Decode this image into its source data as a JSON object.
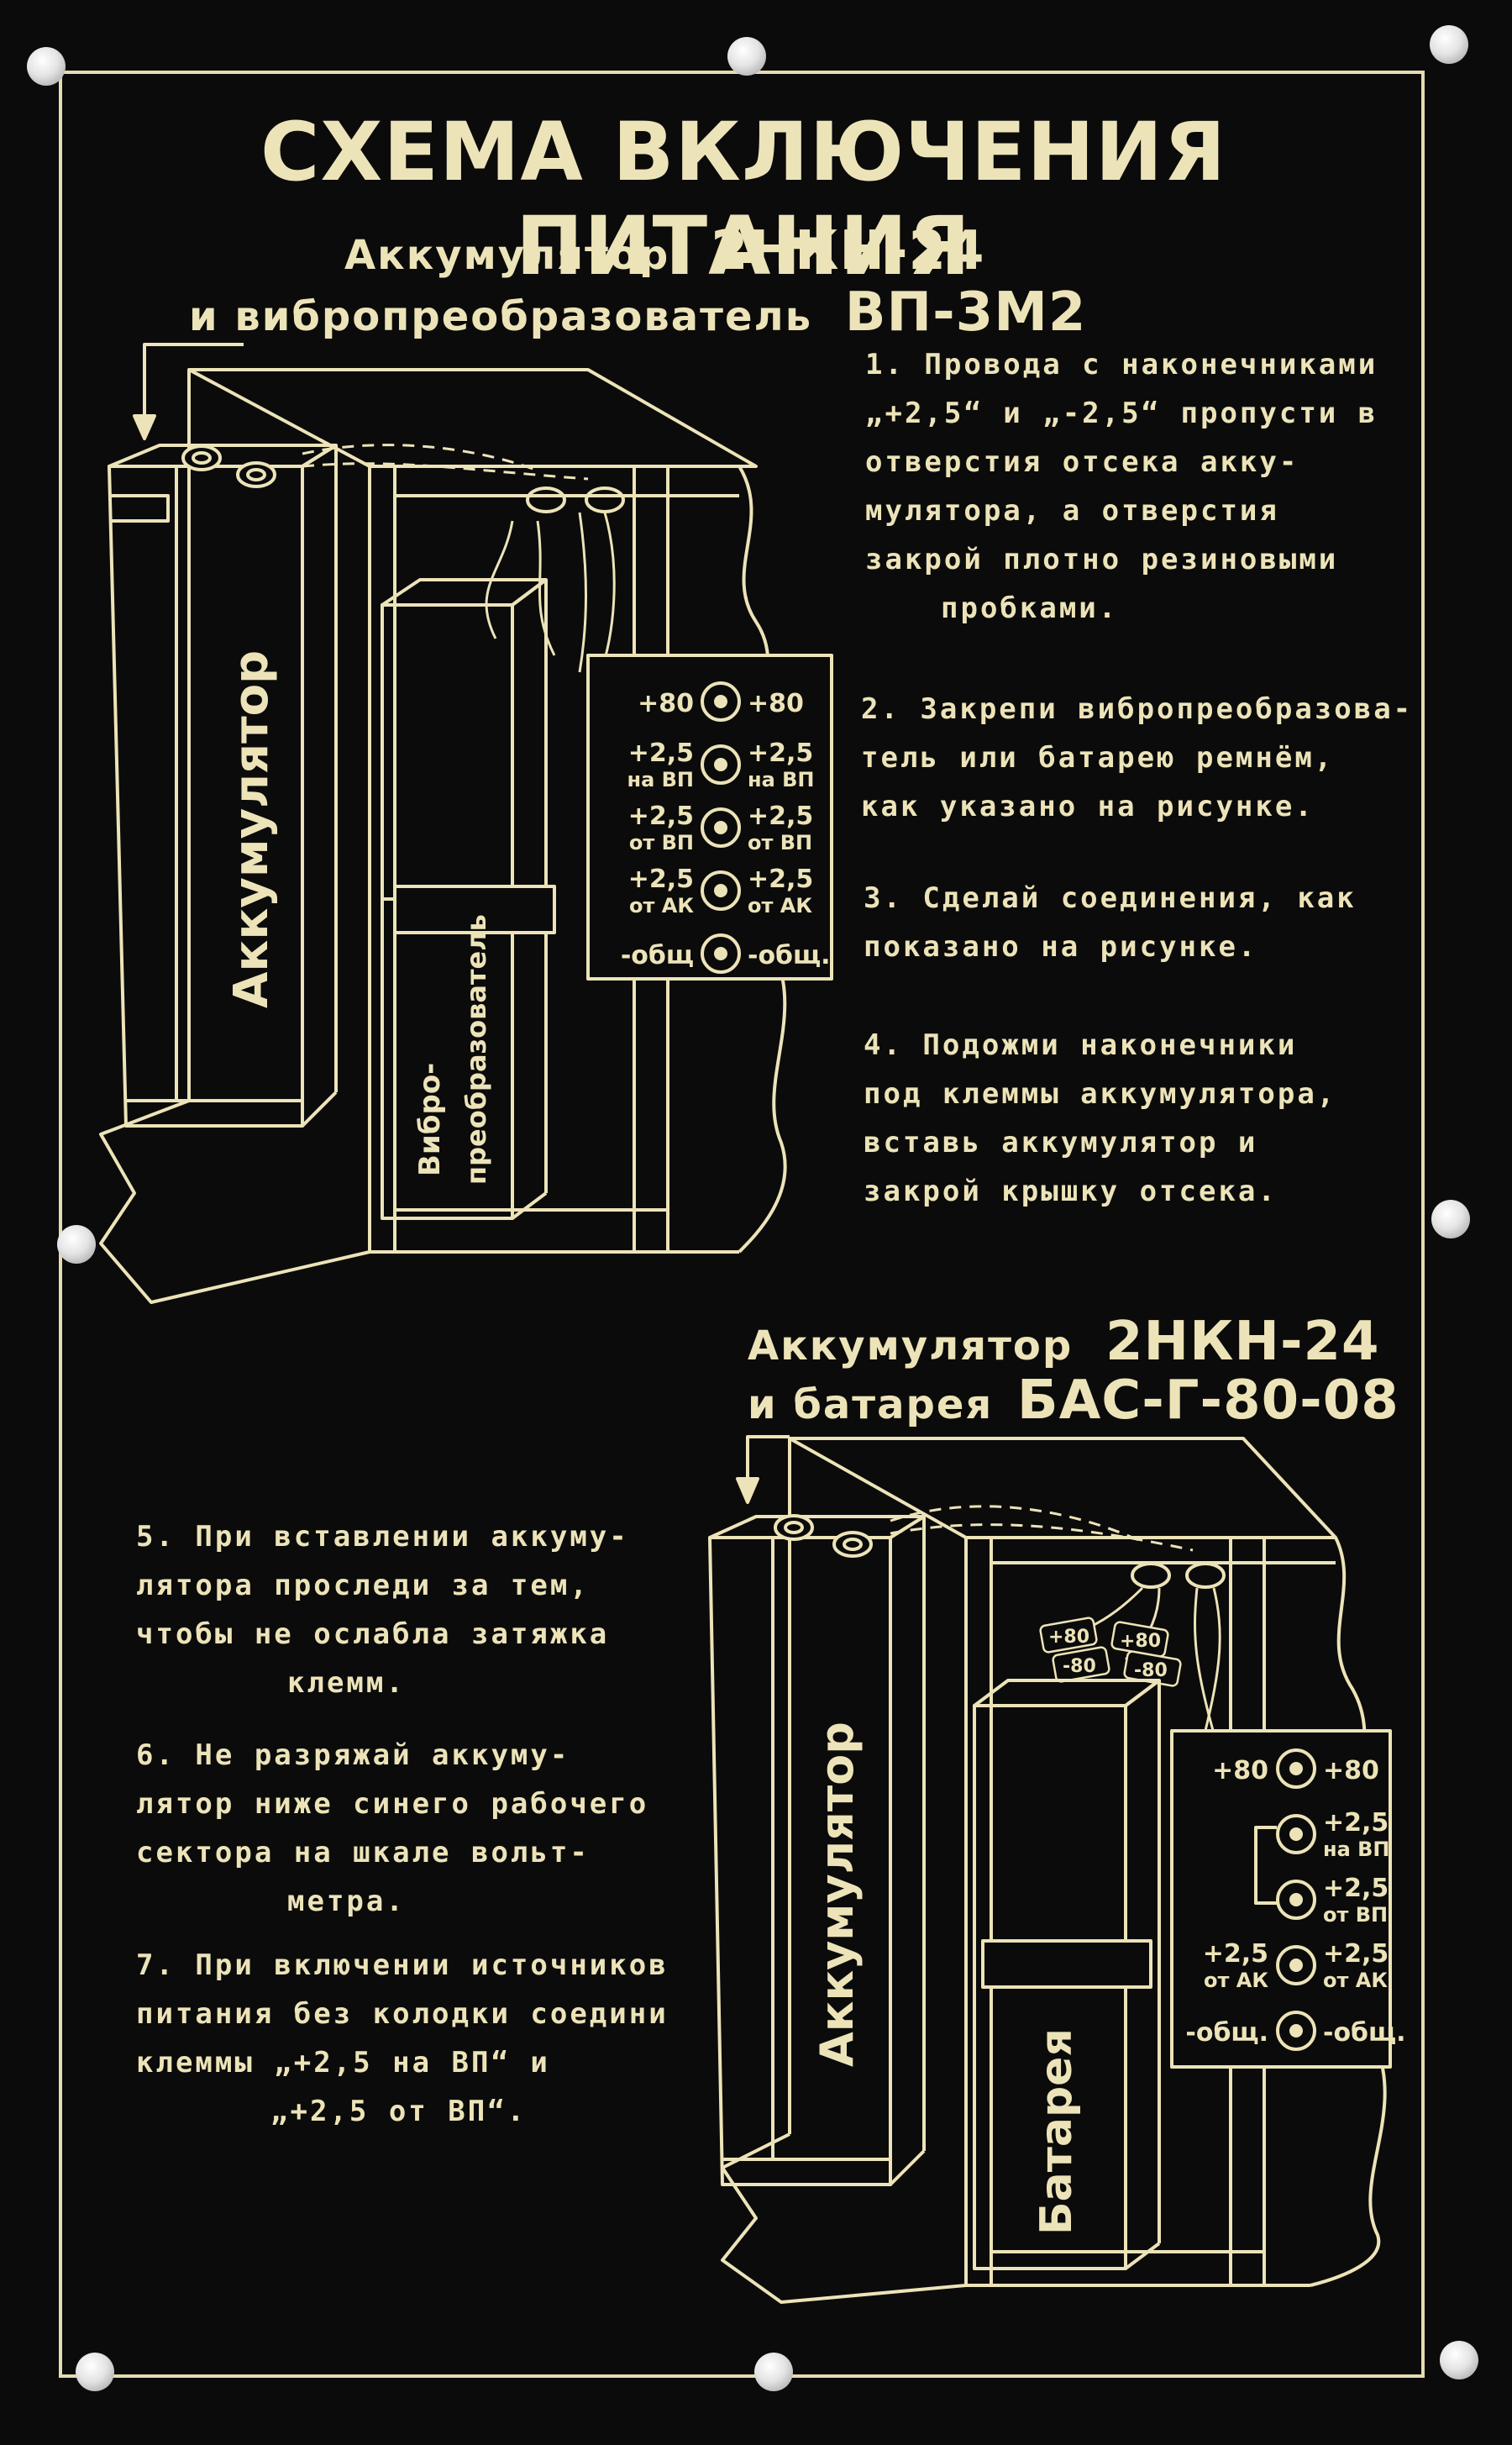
{
  "title": "СХЕМА ВКЛЮЧЕНИЯ ПИТАНИЯ",
  "section1": {
    "line1_prefix": "Аккумулятор",
    "line1_code": "2НКН-24",
    "line2_prefix": "и вибропреобразователь",
    "line2_code": "ВП-3М2"
  },
  "section2": {
    "line1_prefix": "Аккумулятор",
    "line1_code": "2НКН-24",
    "line2_prefix": "и батарея",
    "line2_code": "БАС-Г-80-08"
  },
  "instructions_top": [
    [
      "1. Провода с наконечниками",
      "„+2,5“ и „-2,5“ пропусти в",
      "отверстия отсека акку-",
      "мулятора, а отверстия",
      "закрой плотно резиновыми",
      "пробками."
    ],
    [
      "2. Закрепи вибропреобразова-",
      "тель или батарею ремнём,",
      "как указано на рисунке."
    ],
    [
      "3. Сделай соединения, как",
      "показано на рисунке."
    ],
    [
      "4. Подожми наконечники",
      "под клеммы аккумулятора,",
      "вставь аккумулятор и",
      "закрой крышку отсека."
    ]
  ],
  "instructions_bottom": [
    [
      "5. При вставлении аккуму-",
      "лятора проследи за тем,",
      "чтобы не ослабла затяжка",
      "клемм."
    ],
    [
      "6. Не разряжай аккуму-",
      "лятор ниже синего рабочего",
      "сектора на шкале вольт-",
      "метра."
    ],
    [
      "7. При включении источников",
      "питания без колодки соедини",
      "клеммы „+2,5 на ВП“ и",
      "„+2,5 от ВП“."
    ]
  ],
  "diagram1": {
    "accumulator_label": "Аккумулятор",
    "converter_label_1": "Вибро-",
    "converter_label_2": "преобразователь",
    "terminals": [
      {
        "left": "+80",
        "left_sub": "",
        "right": "+80",
        "right_sub": ""
      },
      {
        "left": "+2,5",
        "left_sub": "на ВП",
        "right": "+2,5",
        "right_sub": "на ВП"
      },
      {
        "left": "+2,5",
        "left_sub": "от ВП",
        "right": "+2,5",
        "right_sub": "от ВП"
      },
      {
        "left": "+2,5",
        "left_sub": "от АК",
        "right": "+2,5",
        "right_sub": "от АК"
      },
      {
        "left": "-общ",
        "left_sub": "",
        "right": "-общ.",
        "right_sub": ""
      }
    ]
  },
  "diagram2": {
    "accumulator_label": "Аккумулятор",
    "battery_label": "Батарея",
    "wire_tags": [
      "+80",
      "+80",
      "-80",
      "-80"
    ],
    "terminals": [
      {
        "left": "+80",
        "left_sub": "",
        "right": "+80",
        "right_sub": ""
      },
      {
        "left": "",
        "left_sub": "",
        "right": "+2,5",
        "right_sub": "на ВП"
      },
      {
        "left": "",
        "left_sub": "",
        "right": "+2,5",
        "right_sub": "от ВП"
      },
      {
        "left": "+2,5",
        "left_sub": "от АК",
        "right": "+2,5",
        "right_sub": "от АК"
      },
      {
        "left": "-общ.",
        "left_sub": "",
        "right": "-общ.",
        "right_sub": ""
      }
    ]
  },
  "colors": {
    "plate": "#0b0b0b",
    "engraving": "#ece3b8",
    "background": "#5f6a66"
  }
}
